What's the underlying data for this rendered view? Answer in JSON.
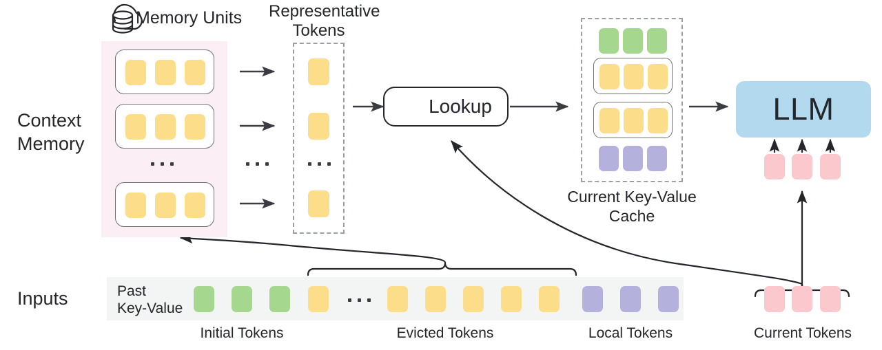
{
  "diagram": {
    "title_labels": {
      "memory_units": "Memory Units",
      "representative_tokens_l1": "Representative",
      "representative_tokens_l2": "Tokens",
      "context_memory_l1": "Context",
      "context_memory_l2": "Memory",
      "inputs": "Inputs",
      "kv_cache_l1": "Current Key-Value",
      "kv_cache_l2": "Cache",
      "lookup": "Lookup",
      "llm": "LLM",
      "past_kv_l1": "Past",
      "past_kv_l2": "Key-Value"
    },
    "bottom_labels": {
      "initial": "Initial Tokens",
      "evicted": "Evicted Tokens",
      "local": "Local Tokens",
      "current": "Current Tokens"
    },
    "ellipsis": "...",
    "icons": {
      "memory": "cloud-database-icon",
      "lookup": "magnifier-icon"
    },
    "colors": {
      "token_yellow": "#fcdd8a",
      "token_green": "#a5d78f",
      "token_purple": "#b4b2dd",
      "token_pink": "#fbc9cd",
      "context_panel": "#fbeef5",
      "input_strip": "#f3f5f4",
      "llm_block": "#b3d9ee",
      "stroke": "#24262b"
    },
    "context_memory": {
      "units": [
        {
          "tokens": [
            "yellow",
            "yellow",
            "yellow"
          ]
        },
        {
          "tokens": [
            "yellow",
            "yellow",
            "yellow"
          ]
        },
        {
          "tokens": [
            "yellow",
            "yellow",
            "yellow"
          ]
        }
      ],
      "unit_count_shown": 3,
      "truncated": true
    },
    "representative_tokens": {
      "tokens": [
        "yellow",
        "yellow",
        "yellow"
      ],
      "truncated": true
    },
    "kv_cache": {
      "rows": [
        {
          "boxed": false,
          "tokens": [
            "green",
            "green",
            "green"
          ]
        },
        {
          "boxed": true,
          "tokens": [
            "yellow",
            "yellow",
            "yellow"
          ]
        },
        {
          "boxed": true,
          "tokens": [
            "yellow",
            "yellow",
            "yellow"
          ]
        },
        {
          "boxed": false,
          "tokens": [
            "purple",
            "purple",
            "purple"
          ]
        }
      ]
    },
    "llm_inputs": {
      "tokens": [
        "pink",
        "pink",
        "pink"
      ]
    },
    "input_sequence": {
      "groups": [
        {
          "name": "initial",
          "tokens": [
            "green",
            "green",
            "green"
          ]
        },
        {
          "name": "evicted",
          "tokens": [
            "yellow",
            "ellipsis",
            "yellow",
            "yellow",
            "yellow",
            "yellow",
            "yellow"
          ]
        },
        {
          "name": "local",
          "tokens": [
            "purple",
            "purple",
            "purple"
          ]
        }
      ]
    },
    "current_tokens": {
      "tokens": [
        "pink",
        "pink",
        "pink"
      ]
    }
  }
}
